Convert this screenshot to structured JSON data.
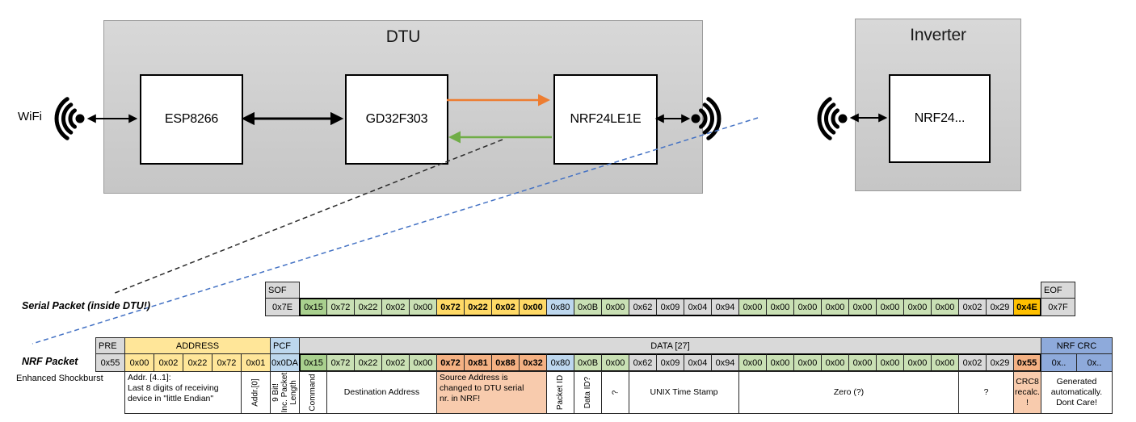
{
  "diagram": {
    "wifi_label": "WiFi",
    "dtu": {
      "title": "DTU",
      "components": [
        "ESP8266",
        "GD32F303",
        "NRF24LE1E"
      ]
    },
    "inverter": {
      "title": "Inverter",
      "component": "NRF24..."
    }
  },
  "colors": {
    "gray": "#D9D9D9",
    "green-dark": "#A9D08E",
    "green": "#C9E0B4",
    "yellow": "#FFD966",
    "gold": "#FFC000",
    "salmon": "#F4B183",
    "salmon-light": "#F8CBAD",
    "blue": "#BDD7EE",
    "blue-med": "#8EAADB",
    "yellow-hdr": "#FFE699",
    "orange-arrow": "#ED7D31",
    "green-arrow": "#70AD47",
    "blue-dash": "#4472C4",
    "black": "#000000"
  },
  "serial_packet": {
    "label": "Serial Packet (inside DTU!)",
    "sof_header": "SOF",
    "eof_header": "EOF",
    "sof_value": "0x7E",
    "eof_value": "0x7F",
    "bytes": [
      {
        "v": "0x15",
        "c": "green-dark"
      },
      {
        "v": "0x72",
        "c": "green"
      },
      {
        "v": "0x22",
        "c": "green"
      },
      {
        "v": "0x02",
        "c": "green"
      },
      {
        "v": "0x00",
        "c": "green"
      },
      {
        "v": "0x72",
        "c": "yellow",
        "b": true
      },
      {
        "v": "0x22",
        "c": "yellow",
        "b": true
      },
      {
        "v": "0x02",
        "c": "yellow",
        "b": true
      },
      {
        "v": "0x00",
        "c": "yellow",
        "b": true
      },
      {
        "v": "0x80",
        "c": "blue"
      },
      {
        "v": "0x0B",
        "c": "green"
      },
      {
        "v": "0x00",
        "c": "green"
      },
      {
        "v": "0x62",
        "c": "gray"
      },
      {
        "v": "0x09",
        "c": "gray"
      },
      {
        "v": "0x04",
        "c": "gray"
      },
      {
        "v": "0x94",
        "c": "gray"
      },
      {
        "v": "0x00",
        "c": "green"
      },
      {
        "v": "0x00",
        "c": "green"
      },
      {
        "v": "0x00",
        "c": "green"
      },
      {
        "v": "0x00",
        "c": "green"
      },
      {
        "v": "0x00",
        "c": "green"
      },
      {
        "v": "0x00",
        "c": "green"
      },
      {
        "v": "0x00",
        "c": "green"
      },
      {
        "v": "0x00",
        "c": "green"
      },
      {
        "v": "0x02",
        "c": "gray"
      },
      {
        "v": "0x29",
        "c": "gray"
      },
      {
        "v": "0x4E",
        "c": "gold",
        "b": true
      }
    ]
  },
  "nrf_packet": {
    "label": "NRF Packet",
    "sublabel": "Enhanced Shockburst",
    "headers": [
      {
        "label": "PRE",
        "span": 1,
        "c": "gray",
        "w": "pre"
      },
      {
        "label": "ADDRESS",
        "span": 5,
        "c": "yellow-hdr",
        "w": "pre"
      },
      {
        "label": "PCF",
        "span": 1,
        "c": "blue",
        "w": "pre"
      },
      {
        "label": "DATA [27]",
        "span": 27,
        "c": "gray",
        "w": "data"
      },
      {
        "label": "NRF CRC",
        "span": 2,
        "c": "blue-med",
        "w": "crc"
      }
    ],
    "bytes": [
      {
        "v": "0x55",
        "c": "gray",
        "w": "pre"
      },
      {
        "v": "0x00",
        "c": "yellow-hdr",
        "w": "pre"
      },
      {
        "v": "0x02",
        "c": "yellow-hdr",
        "w": "pre"
      },
      {
        "v": "0x22",
        "c": "yellow-hdr",
        "w": "pre"
      },
      {
        "v": "0x72",
        "c": "yellow-hdr",
        "w": "pre"
      },
      {
        "v": "0x01",
        "c": "yellow-hdr",
        "w": "pre"
      },
      {
        "v": "0x0DA",
        "c": "blue",
        "w": "pre"
      },
      {
        "v": "0x15",
        "c": "green-dark"
      },
      {
        "v": "0x72",
        "c": "green"
      },
      {
        "v": "0x22",
        "c": "green"
      },
      {
        "v": "0x02",
        "c": "green"
      },
      {
        "v": "0x00",
        "c": "green"
      },
      {
        "v": "0x72",
        "c": "salmon",
        "b": true
      },
      {
        "v": "0x81",
        "c": "salmon",
        "b": true
      },
      {
        "v": "0x88",
        "c": "salmon",
        "b": true
      },
      {
        "v": "0x32",
        "c": "salmon",
        "b": true
      },
      {
        "v": "0x80",
        "c": "blue"
      },
      {
        "v": "0x0B",
        "c": "green"
      },
      {
        "v": "0x00",
        "c": "green"
      },
      {
        "v": "0x62",
        "c": "gray"
      },
      {
        "v": "0x09",
        "c": "gray"
      },
      {
        "v": "0x04",
        "c": "gray"
      },
      {
        "v": "0x94",
        "c": "gray"
      },
      {
        "v": "0x00",
        "c": "green"
      },
      {
        "v": "0x00",
        "c": "green"
      },
      {
        "v": "0x00",
        "c": "green"
      },
      {
        "v": "0x00",
        "c": "green"
      },
      {
        "v": "0x00",
        "c": "green"
      },
      {
        "v": "0x00",
        "c": "green"
      },
      {
        "v": "0x00",
        "c": "green"
      },
      {
        "v": "0x00",
        "c": "green"
      },
      {
        "v": "0x02",
        "c": "gray"
      },
      {
        "v": "0x29",
        "c": "gray"
      },
      {
        "v": "0x55",
        "c": "salmon",
        "b": true
      },
      {
        "v": "0x..",
        "c": "blue-med",
        "w": "crc"
      },
      {
        "v": "0x..",
        "c": "blue-med",
        "w": "crc"
      }
    ],
    "annotations": [
      {
        "t": "",
        "span": 1,
        "w": "pre",
        "empty": true
      },
      {
        "t": "Addr. [4..1]:\nLast 8 digits of receiving\ndevice in \"little Endian\"",
        "span": 4,
        "w": "pre",
        "align": "left"
      },
      {
        "t": "Addr.[0]",
        "span": 1,
        "w": "pre",
        "vert": true
      },
      {
        "t": "9 Bit!\nInc. Packet\nLength",
        "span": 1,
        "w": "pre",
        "vert": true
      },
      {
        "t": "Command",
        "span": 1,
        "vert": true
      },
      {
        "t": "Destination Address",
        "span": 4
      },
      {
        "t": "Source Address is\nchanged to DTU serial\nnr. in NRF!",
        "span": 4,
        "bg": "salmon-light",
        "align": "left"
      },
      {
        "t": "Packet ID",
        "span": 1,
        "vert": true
      },
      {
        "t": "Data ID?",
        "span": 1,
        "vert": true
      },
      {
        "t": "?",
        "span": 1,
        "vert": true
      },
      {
        "t": "UNIX Time Stamp",
        "span": 4
      },
      {
        "t": "Zero (?)",
        "span": 8
      },
      {
        "t": "?",
        "span": 2
      },
      {
        "t": "CRC8\nrecalc.\n!",
        "span": 1,
        "bg": "salmon-light"
      },
      {
        "t": "Generated\nautomatically.\nDont Care!",
        "span": 2,
        "w": "crc"
      }
    ]
  }
}
